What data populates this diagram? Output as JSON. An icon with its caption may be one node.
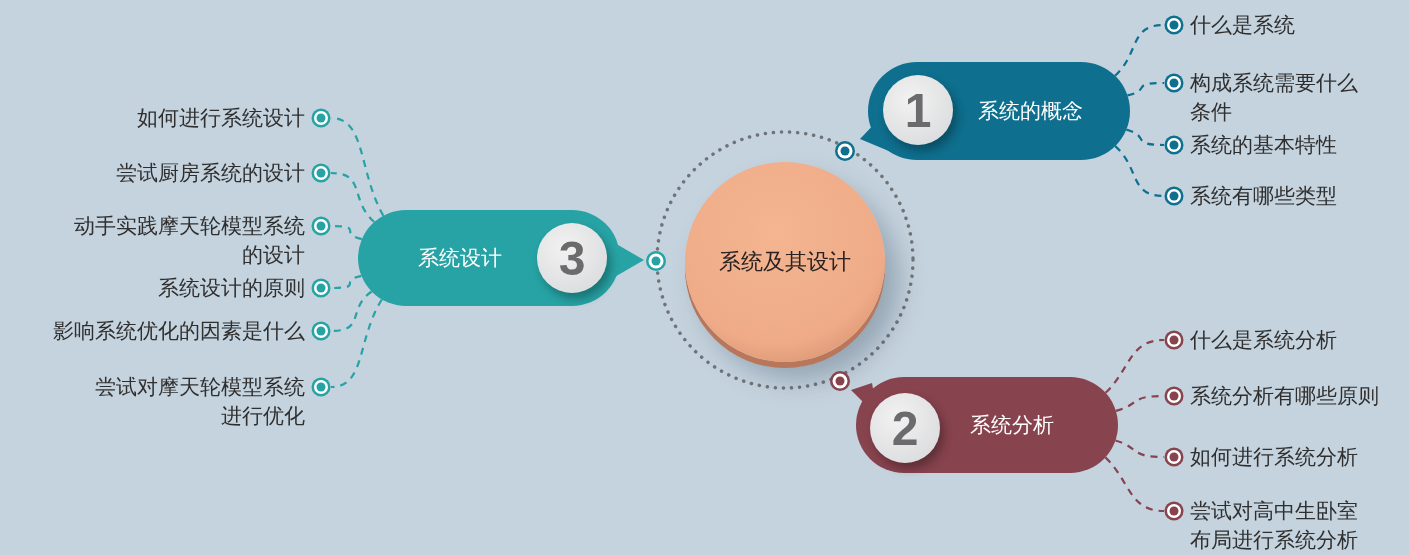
{
  "diagram": {
    "nodes": [
      {
        "text": [
          "系统及其设计"
        ]
      },
      {
        "text": [
          "1",
          "系统的概念"
        ]
      },
      {
        "text": [
          "什么是系统"
        ]
      },
      {
        "text": [
          "构成系统需要什么条件"
        ]
      },
      {
        "text": [
          "系统的基本特性"
        ]
      },
      {
        "text": [
          "系统有哪些类型"
        ]
      },
      {
        "text": [
          "2",
          "系统分析"
        ]
      },
      {
        "text": [
          "什么是系统分析"
        ]
      },
      {
        "text": [
          "系统分析有哪些原则"
        ]
      },
      {
        "text": [
          "如何进行系统分析"
        ]
      },
      {
        "text": [
          "尝试对高中生卧室布局进行系统分析"
        ]
      },
      {
        "text": [
          "系统设计",
          "3"
        ]
      },
      {
        "text": [
          "如何进行系统设计"
        ]
      },
      {
        "text": [
          "尝试厨房系统的设计"
        ]
      },
      {
        "text": [
          "动手实践摩天轮模型系统的设计"
        ]
      },
      {
        "text": [
          "系统设计的原则"
        ]
      },
      {
        "text": [
          "影响系统优化的因素是什么"
        ]
      },
      {
        "text": [
          "尝试对摩天轮模型系统进行优化"
        ]
      }
    ],
    "edges": [
      {
        "from": 1,
        "to": 2,
        "arrow": "none",
        "style": "dashed",
        "color": "#0e6f8e"
      },
      {
        "from": 1,
        "to": 3,
        "arrow": "none",
        "style": "dashed",
        "color": "#0e6f8e"
      },
      {
        "from": 1,
        "to": 4,
        "arrow": "none",
        "style": "dashed",
        "color": "#0e6f8e"
      },
      {
        "from": 1,
        "to": 5,
        "arrow": "none",
        "style": "dashed",
        "color": "#0e6f8e"
      },
      {
        "from": 6,
        "to": 7,
        "arrow": "none",
        "style": "dashed",
        "color": "#87434e"
      },
      {
        "from": 6,
        "to": 8,
        "arrow": "none",
        "style": "dashed",
        "color": "#87434e"
      },
      {
        "from": 6,
        "to": 9,
        "arrow": "none",
        "style": "dashed",
        "color": "#87434e"
      },
      {
        "from": 6,
        "to": 10,
        "arrow": "none",
        "style": "dashed",
        "color": "#87434e"
      },
      {
        "from": 11,
        "to": 12,
        "arrow": "none",
        "style": "dashed",
        "color": "#27a3a5"
      },
      {
        "from": 11,
        "to": 13,
        "arrow": "none",
        "style": "dashed",
        "color": "#27a3a5"
      },
      {
        "from": 11,
        "to": 14,
        "arrow": "none",
        "style": "dashed",
        "color": "#27a3a5"
      },
      {
        "from": 11,
        "to": 15,
        "arrow": "none",
        "style": "dashed",
        "color": "#27a3a5"
      },
      {
        "from": 11,
        "to": 16,
        "arrow": "none",
        "style": "dashed",
        "color": "#27a3a5"
      },
      {
        "from": 11,
        "to": 17,
        "arrow": "none",
        "style": "dashed",
        "color": "#27a3a5"
      }
    ]
  }
}
